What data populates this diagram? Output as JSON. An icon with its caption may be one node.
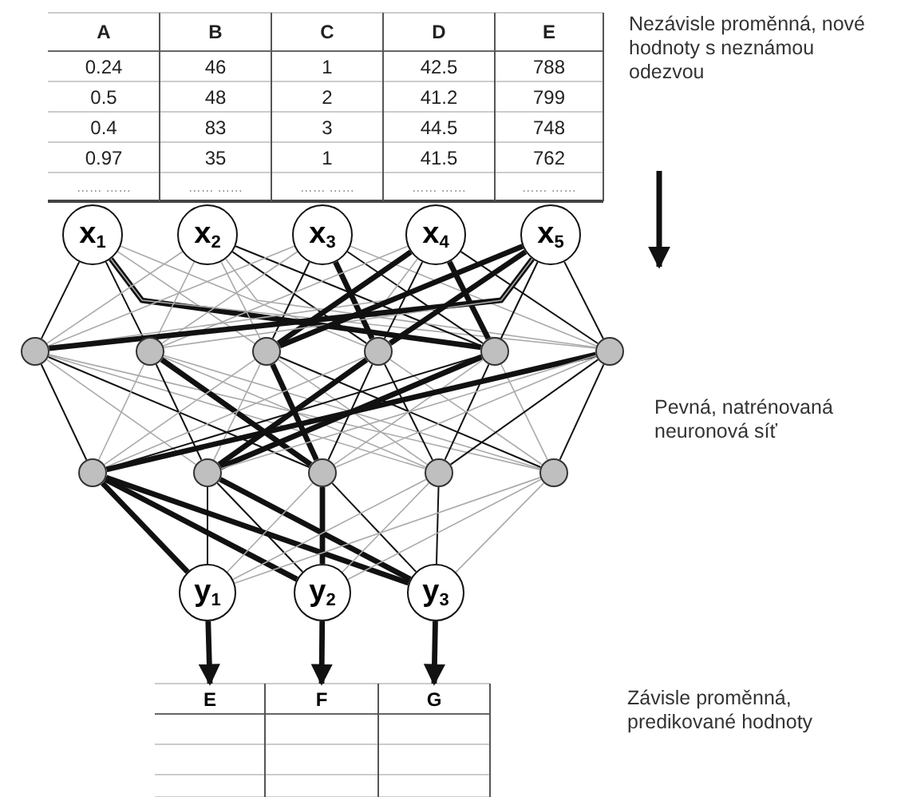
{
  "diagram": {
    "nodes": [
      {
        "text": [
          "x$_{1}$"
        ]
      },
      {
        "text": [
          "x$_{2}$"
        ]
      },
      {
        "text": [
          "x$_{3}$"
        ]
      },
      {
        "text": [
          "x$_{4}$"
        ]
      },
      {
        "text": [
          "x$_{5}$"
        ]
      },
      {
        "text": [],
        "shape": "circle"
      },
      {
        "text": [],
        "shape": "circle"
      },
      {
        "text": [],
        "shape": "circle"
      },
      {
        "text": [],
        "shape": "circle"
      },
      {
        "text": [],
        "shape": "circle"
      },
      {
        "text": [],
        "shape": "circle"
      },
      {
        "text": [],
        "shape": "circle"
      },
      {
        "text": [],
        "shape": "circle"
      },
      {
        "text": [],
        "shape": "circle"
      },
      {
        "text": [],
        "shape": "circle"
      },
      {
        "text": [],
        "shape": "circle"
      },
      {
        "text": [
          "y$_{1}$"
        ]
      },
      {
        "text": [
          "y$_{2}$"
        ]
      },
      {
        "text": [
          "y$_{3}$"
        ]
      },
      {
        "text": [
          "E"
        ]
      },
      {
        "text": [
          "F"
        ]
      },
      {
        "text": [
          "G"
        ]
      }
    ],
    "edges": [
      {
        "from": 0,
        "to": 5,
        "arrow": "none"
      },
      {
        "from": 0,
        "to": 6,
        "arrow": "none"
      },
      {
        "from": 0,
        "to": 7,
        "arrow": "none",
        "color": "#aaaaaa"
      },
      {
        "from": 0,
        "to": 8,
        "arrow": "none",
        "color": "#aaaaaa"
      },
      {
        "from": 0,
        "to": 9,
        "arrow": "none",
        "style": "thick"
      },
      {
        "from": 0,
        "to": 10,
        "arrow": "none",
        "color": "#aaaaaa"
      },
      {
        "from": 1,
        "to": 5,
        "arrow": "none",
        "color": "#aaaaaa"
      },
      {
        "from": 1,
        "to": 6,
        "arrow": "none",
        "color": "#aaaaaa"
      },
      {
        "from": 1,
        "to": 7,
        "arrow": "none",
        "color": "#aaaaaa"
      },
      {
        "from": 1,
        "to": 8,
        "arrow": "none"
      },
      {
        "from": 1,
        "to": 9,
        "arrow": "none"
      },
      {
        "from": 1,
        "to": 10,
        "arrow": "none",
        "color": "#aaaaaa"
      },
      {
        "from": 2,
        "to": 5,
        "arrow": "none",
        "color": "#aaaaaa"
      },
      {
        "from": 2,
        "to": 6,
        "arrow": "none",
        "color": "#aaaaaa"
      },
      {
        "from": 2,
        "to": 7,
        "arrow": "none"
      },
      {
        "from": 2,
        "to": 8,
        "arrow": "none",
        "style": "thick"
      },
      {
        "from": 2,
        "to": 9,
        "arrow": "none"
      },
      {
        "from": 2,
        "to": 10,
        "arrow": "none",
        "color": "#aaaaaa"
      },
      {
        "from": 3,
        "to": 5,
        "arrow": "none",
        "color": "#aaaaaa"
      },
      {
        "from": 3,
        "to": 6,
        "arrow": "none",
        "color": "#aaaaaa"
      },
      {
        "from": 3,
        "to": 7,
        "arrow": "none",
        "style": "thick"
      },
      {
        "from": 3,
        "to": 8,
        "arrow": "none"
      },
      {
        "from": 3,
        "to": 9,
        "arrow": "none",
        "style": "thick"
      },
      {
        "from": 3,
        "to": 10,
        "arrow": "none"
      },
      {
        "from": 4,
        "to": 5,
        "arrow": "none",
        "style": "thick"
      },
      {
        "from": 4,
        "to": 6,
        "arrow": "none",
        "color": "#aaaaaa"
      },
      {
        "from": 4,
        "to": 7,
        "arrow": "none",
        "style": "thick"
      },
      {
        "from": 4,
        "to": 8,
        "arrow": "none",
        "style": "thick"
      },
      {
        "from": 4,
        "to": 9,
        "arrow": "none"
      },
      {
        "from": 4,
        "to": 10,
        "arrow": "none"
      },
      {
        "from": 5,
        "to": 11,
        "arrow": "none"
      },
      {
        "from": 5,
        "to": 12,
        "arrow": "none",
        "color": "#aaaaaa"
      },
      {
        "from": 5,
        "to": 13,
        "arrow": "none"
      },
      {
        "from": 5,
        "to": 14,
        "arrow": "none",
        "color": "#aaaaaa"
      },
      {
        "from": 5,
        "to": 15,
        "arrow": "none",
        "color": "#aaaaaa"
      },
      {
        "from": 6,
        "to": 11,
        "arrow": "none",
        "color": "#aaaaaa"
      },
      {
        "from": 6,
        "to": 12,
        "arrow": "none"
      },
      {
        "from": 6,
        "to": 13,
        "arrow": "none",
        "style": "thick"
      },
      {
        "from": 6,
        "to": 14,
        "arrow": "none",
        "color": "#aaaaaa"
      },
      {
        "from": 6,
        "to": 15,
        "arrow": "none",
        "color": "#aaaaaa"
      },
      {
        "from": 7,
        "to": 11,
        "arrow": "none",
        "color": "#aaaaaa"
      },
      {
        "from": 7,
        "to": 12,
        "arrow": "none",
        "color": "#aaaaaa"
      },
      {
        "from": 7,
        "to": 13,
        "arrow": "none",
        "style": "thick"
      },
      {
        "from": 7,
        "to": 14,
        "arrow": "none",
        "color": "#aaaaaa"
      },
      {
        "from": 7,
        "to": 15,
        "arrow": "none"
      },
      {
        "from": 8,
        "to": 11,
        "arrow": "none",
        "color": "#aaaaaa"
      },
      {
        "from": 8,
        "to": 12,
        "arrow": "none",
        "style": "thick"
      },
      {
        "from": 8,
        "to": 13,
        "arrow": "none"
      },
      {
        "from": 8,
        "to": 14,
        "arrow": "none"
      },
      {
        "from": 8,
        "to": 15,
        "arrow": "none",
        "color": "#aaaaaa"
      },
      {
        "from": 9,
        "to": 11,
        "arrow": "none"
      },
      {
        "from": 9,
        "to": 12,
        "arrow": "none",
        "style": "thick"
      },
      {
        "from": 9,
        "to": 13,
        "arrow": "none",
        "color": "#aaaaaa"
      },
      {
        "from": 9,
        "to": 14,
        "arrow": "none"
      },
      {
        "from": 9,
        "to": 15,
        "arrow": "none",
        "color": "#aaaaaa"
      },
      {
        "from": 10,
        "to": 11,
        "arrow": "none",
        "style": "thick"
      },
      {
        "from": 10,
        "to": 12,
        "arrow": "none",
        "color": "#aaaaaa"
      },
      {
        "from": 10,
        "to": 13,
        "arrow": "none",
        "color": "#aaaaaa"
      },
      {
        "from": 10,
        "to": 14,
        "arrow": "none"
      },
      {
        "from": 10,
        "to": 15,
        "arrow": "none"
      },
      {
        "from": 11,
        "to": 16,
        "arrow": "none",
        "style": "thick"
      },
      {
        "from": 11,
        "to": 17,
        "arrow": "none",
        "style": "thick"
      },
      {
        "from": 11,
        "to": 18,
        "arrow": "none",
        "style": "thick"
      },
      {
        "from": 12,
        "to": 16,
        "arrow": "none"
      },
      {
        "from": 12,
        "to": 17,
        "arrow": "none"
      },
      {
        "from": 12,
        "to": 18,
        "arrow": "none",
        "style": "thick"
      },
      {
        "from": 13,
        "to": 16,
        "arrow": "none",
        "color": "#aaaaaa"
      },
      {
        "from": 13,
        "to": 17,
        "arrow": "none",
        "style": "thick"
      },
      {
        "from": 13,
        "to": 18,
        "arrow": "none"
      },
      {
        "from": 14,
        "to": 16,
        "arrow": "none",
        "color": "#aaaaaa"
      },
      {
        "from": 14,
        "to": 17,
        "arrow": "none",
        "color": "#aaaaaa"
      },
      {
        "from": 14,
        "to": 18,
        "arrow": "none"
      },
      {
        "from": 15,
        "to": 16,
        "arrow": "none",
        "color": "#aaaaaa"
      },
      {
        "from": 15,
        "to": 17,
        "arrow": "none",
        "color": "#aaaaaa"
      },
      {
        "from": 15,
        "to": 18,
        "arrow": "none",
        "color": "#aaaaaa"
      },
      {
        "from": 16,
        "to": 19,
        "arrow": "to",
        "style": "thick"
      },
      {
        "from": 17,
        "to": 20,
        "arrow": "to",
        "style": "thick"
      },
      {
        "from": 18,
        "to": 21,
        "arrow": "to",
        "style": "thick"
      }
    ],
    "labels": [
      "A",
      "B",
      "C",
      "D",
      "E",
      "0.24",
      "46",
      "1",
      "42.5",
      "788",
      "0.5",
      "48",
      "2",
      "41.2",
      "799",
      "0.4",
      "83",
      "3",
      "44.5",
      "748",
      "0.97",
      "35",
      "1",
      "41.5",
      "762",
      "…… ……",
      "…… ……",
      "…… ……",
      "…… ……",
      "…… ……",
      "Nezávisle proměnná, nové hodnoty s neznámou odezvou",
      "Pevná, natrénovaná neuronová síť",
      "Závisle proměnná, predikované hodnoty"
    ]
  }
}
